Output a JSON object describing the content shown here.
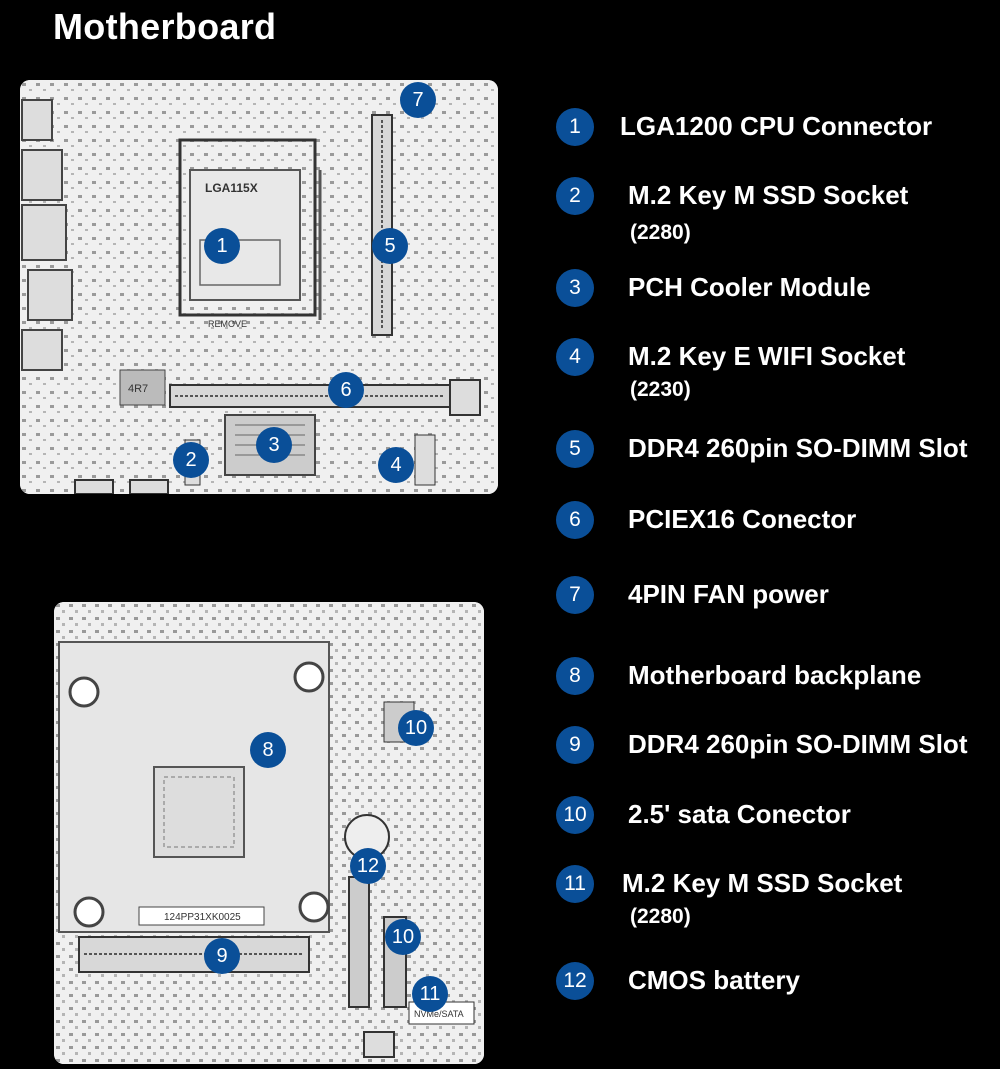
{
  "title": "Motherboard",
  "accent_color": "#0a4f98",
  "top_board": {
    "chip_label": "LGA115X",
    "remove_label": "REMOVE",
    "chip_marking": "4R7",
    "markers": [
      "1",
      "2",
      "3",
      "4",
      "5",
      "6",
      "7"
    ]
  },
  "bottom_board": {
    "sticker": "124PP31XK0025",
    "connector_label": "NVMe/SATA",
    "markers": [
      "8",
      "9",
      "10",
      "10",
      "11",
      "12"
    ]
  },
  "legend": [
    {
      "num": "1",
      "label": "LGA1200 CPU Connector",
      "sub": ""
    },
    {
      "num": "2",
      "label": "M.2 Key M SSD Socket",
      "sub": "(2280)"
    },
    {
      "num": "3",
      "label": "PCH Cooler Module",
      "sub": ""
    },
    {
      "num": "4",
      "label": "M.2 Key E WIFI Socket",
      "sub": "(2230)"
    },
    {
      "num": "5",
      "label": "DDR4 260pin SO-DIMM Slot",
      "sub": ""
    },
    {
      "num": "6",
      "label": "PCIEX16 Conector",
      "sub": ""
    },
    {
      "num": "7",
      "label": "4PIN FAN power",
      "sub": ""
    },
    {
      "num": "8",
      "label": "Motherboard backplane",
      "sub": ""
    },
    {
      "num": "9",
      "label": "DDR4 260pin SO-DIMM Slot",
      "sub": ""
    },
    {
      "num": "10",
      "label": "2.5' sata Conector",
      "sub": ""
    },
    {
      "num": "11",
      "label": "M.2 Key M SSD Socket",
      "sub": "(2280)"
    },
    {
      "num": "12",
      "label": "CMOS battery",
      "sub": ""
    }
  ]
}
